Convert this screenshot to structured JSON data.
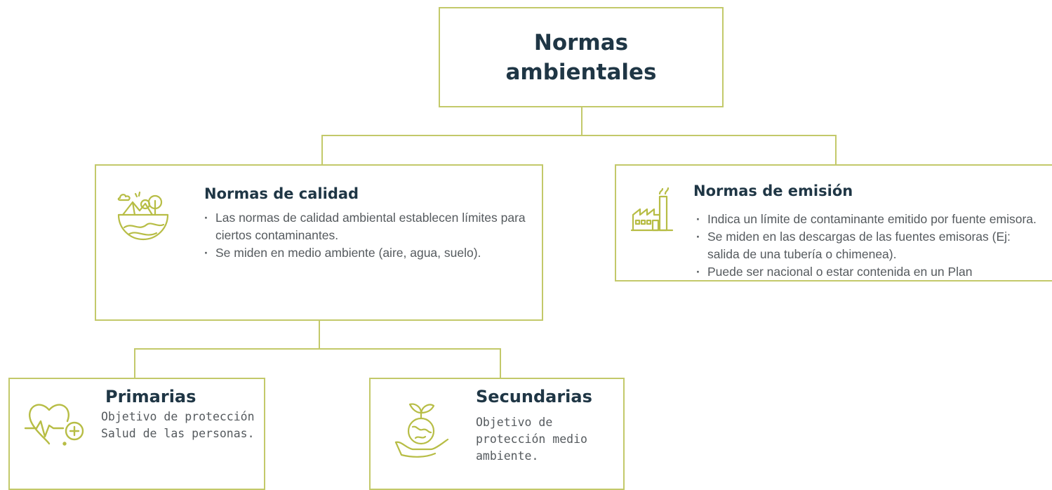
{
  "root": {
    "title": "Normas\nambientales"
  },
  "calidad": {
    "title": "Normas de calidad",
    "icon": "landscape-globe-icon",
    "bullets": [
      "Las normas de calidad ambiental establecen límites para ciertos contaminantes.",
      "Se miden en medio ambiente (aire, agua, suelo)."
    ]
  },
  "emision": {
    "title": "Normas de emisión",
    "icon": "factory-icon",
    "bullets": [
      "Indica un límite de contaminante emitido por fuente emisora.",
      "Se miden en las descargas de las fuentes emisoras (Ej: salida de una tubería o chimenea).",
      "Puede ser nacional o estar contenida en un Plan"
    ]
  },
  "primarias": {
    "title": "Primarias",
    "icon": "heart-health-icon",
    "description": "Objetivo de protección Salud de las personas."
  },
  "secundarias": {
    "title": "Secundarias",
    "icon": "hand-globe-plant-icon",
    "description": "Objetivo de protección medio ambiente."
  },
  "colors": {
    "border": "#c3c96a",
    "title": "#1f3645",
    "text": "#555a5e",
    "icon": "#b7bd45"
  }
}
